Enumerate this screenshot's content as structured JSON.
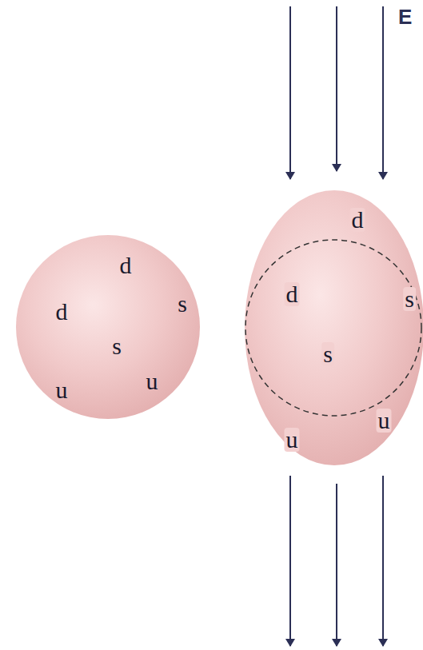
{
  "diagram": {
    "nodes": [
      {
        "text": [
          "d",
          "d",
          "s",
          "s",
          "u",
          "u"
        ]
      },
      {
        "text": [
          "d",
          "d",
          "s",
          "s",
          "u",
          "u"
        ]
      }
    ],
    "labels": [
      "E"
    ]
  }
}
